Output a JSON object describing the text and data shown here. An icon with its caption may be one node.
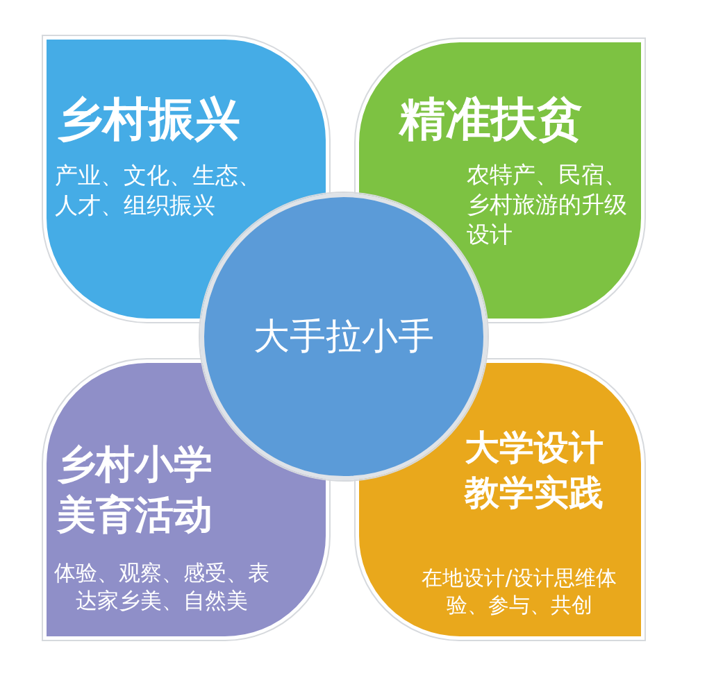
{
  "diagram": {
    "nodes": [
      {
        "text": [
          "乡村振兴",
          "产业、文化、生态、人才、组织振兴"
        ]
      },
      {
        "text": [
          "精准扶贫",
          "农特产、民宿、乡村旅游的升级设计"
        ]
      },
      {
        "text": [
          "大手拉小手"
        ]
      },
      {
        "text": [
          "乡村小学美育活动",
          "体验、观察、感受、表达家乡美、自然美"
        ]
      },
      {
        "text": [
          "大学设计教学实践",
          "在地设计/设计思维体验、参与、共创"
        ]
      }
    ]
  }
}
